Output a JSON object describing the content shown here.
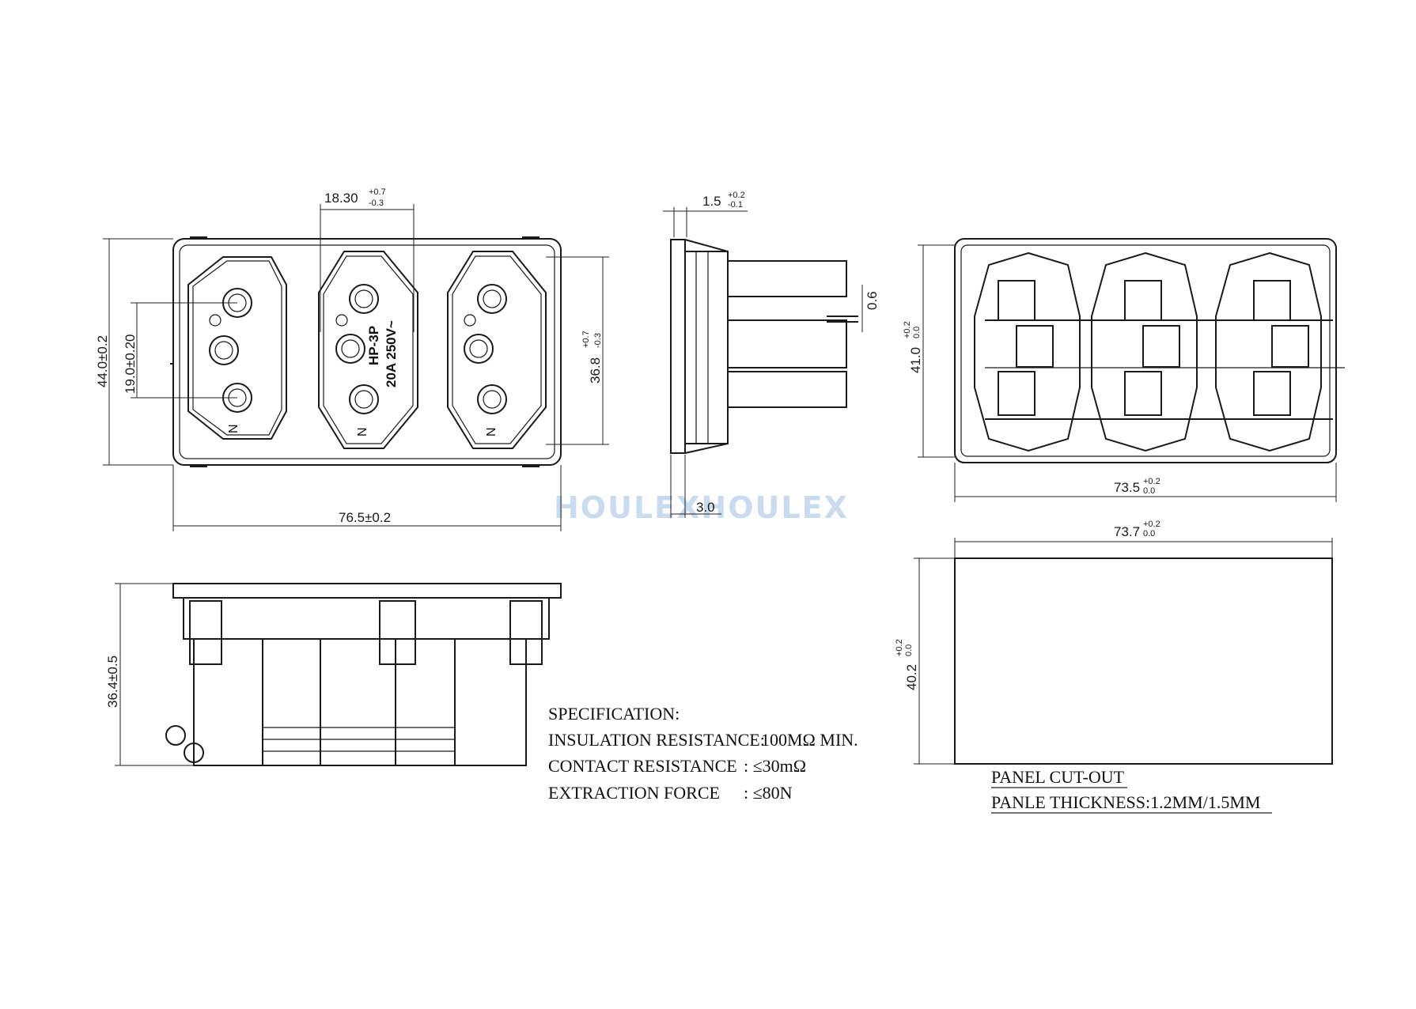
{
  "dimensions": {
    "pin_pitch": {
      "base": "18.30",
      "sup": "+0.7",
      "sub": "-0.3"
    },
    "height_outer": "44.0±0.2",
    "pin_spacing": "19.0±0.20",
    "width_outer": "76.5±0.2",
    "height_inner": {
      "base": "36.8",
      "sup": "+0.7",
      "sub": "-0.3"
    },
    "flange": {
      "base": "1.5",
      "sup": "+0.2",
      "sub": "-0.1"
    },
    "gap": "0.6",
    "side_depth": "3.0",
    "rear_height": {
      "base": "41.0",
      "sup": "+0.2",
      "sub": "0.0"
    },
    "rear_width": {
      "base": "73.5",
      "sup": "+0.2",
      "sub": "0.0"
    },
    "body_depth": "36.4±0.5",
    "cutout_width": {
      "base": "73.7",
      "sup": "+0.2",
      "sub": "0.0"
    },
    "cutout_height": {
      "base": "40.2",
      "sup": "+0.2",
      "sub": "0.0"
    }
  },
  "pin_labels": [
    "N",
    "N",
    "N"
  ],
  "marking": {
    "model": "HP-3P",
    "rating": "20A 250V~"
  },
  "spec": {
    "heading": "SPECIFICATION:",
    "rows": [
      {
        "label": "INSULATION RESISTANCE:",
        "value": "100MΩ   MIN."
      },
      {
        "label": "CONTACT RESISTANCE",
        "value": ":  ≤30mΩ"
      },
      {
        "label": "EXTRACTION FORCE",
        "value": ":  ≤80N"
      }
    ]
  },
  "panel": {
    "title": "PANEL CUT-OUT",
    "thickness": "PANLE THICKNESS:1.2MM/1.5MM"
  },
  "watermark": "HOULEXHOULEX",
  "colors": {
    "line": "#1a1a1a",
    "watermark": "#c9dcef"
  }
}
